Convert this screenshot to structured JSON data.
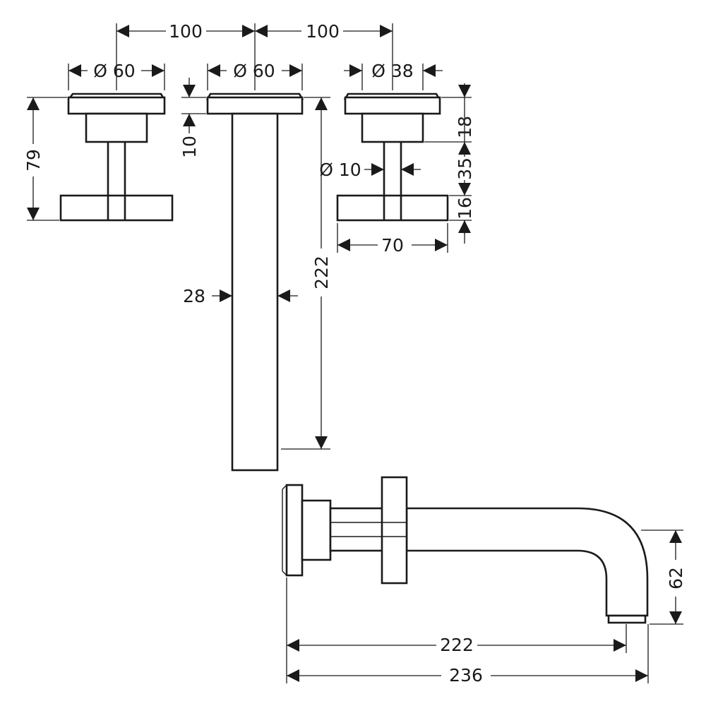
{
  "dimensions": {
    "spacing_left": "100",
    "spacing_right": "100",
    "dia_left_handle": "Ø 60",
    "dia_spout_rosette": "Ø 60",
    "dia_right_rosette": "Ø 38",
    "handle_height": "79",
    "rosette_thickness": "10",
    "spout_body_length": "222",
    "spout_width": "28",
    "dia_stem": "Ø 10",
    "rosette_depth": "18",
    "stem_length": "35",
    "handle_thickness": "16",
    "handle_width": "70",
    "spout_drop": "62",
    "spout_projection": "222",
    "overall_projection": "236"
  }
}
